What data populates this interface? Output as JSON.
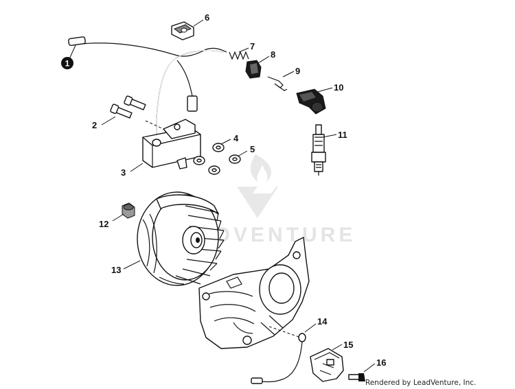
{
  "watermark": "PROVENTURE",
  "credit": "Rendered by LeadVenture, Inc.",
  "callouts": [
    {
      "id": "1",
      "text": "1"
    },
    {
      "id": "2",
      "text": "2"
    },
    {
      "id": "3",
      "text": "3"
    },
    {
      "id": "4",
      "text": "4"
    },
    {
      "id": "5",
      "text": "5"
    },
    {
      "id": "6",
      "text": "6"
    },
    {
      "id": "7",
      "text": "7"
    },
    {
      "id": "8",
      "text": "8"
    },
    {
      "id": "9",
      "text": "9"
    },
    {
      "id": "10",
      "text": "10"
    },
    {
      "id": "11",
      "text": "11"
    },
    {
      "id": "12",
      "text": "12"
    },
    {
      "id": "13",
      "text": "13"
    },
    {
      "id": "14",
      "text": "14"
    },
    {
      "id": "15",
      "text": "15"
    },
    {
      "id": "16",
      "text": "16"
    }
  ]
}
